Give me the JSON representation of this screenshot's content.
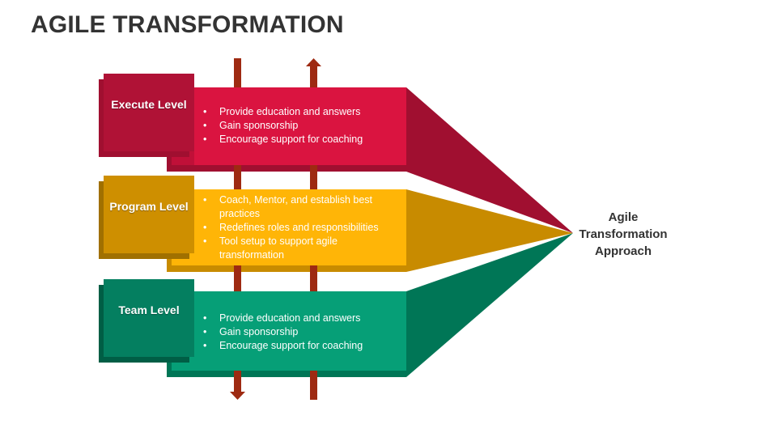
{
  "title": "AGILE TRANSFORMATION",
  "approach": "Agile Transformation Approach",
  "colors": {
    "execute_main": "#DA1440",
    "execute_dark": "#A00F30",
    "program_main": "#FFB507",
    "program_dark": "#C88B00",
    "team_main": "#069F77",
    "team_dark": "#007656",
    "arrow": "#9E2A12",
    "text_dark": "#333333"
  },
  "levels": [
    {
      "name": "Execute Level",
      "bullets": [
        "Provide education and answers",
        "Gain sponsorship",
        "Encourage support for coaching"
      ]
    },
    {
      "name": "Program Level",
      "bullets": [
        "Coach, Mentor, and establish best practices",
        "Redefines roles and responsibilities",
        "Tool setup to support agile transformation"
      ]
    },
    {
      "name": "Team Level",
      "bullets": [
        "Provide education and answers",
        "Gain sponsorship",
        "Encourage support for coaching"
      ]
    }
  ]
}
